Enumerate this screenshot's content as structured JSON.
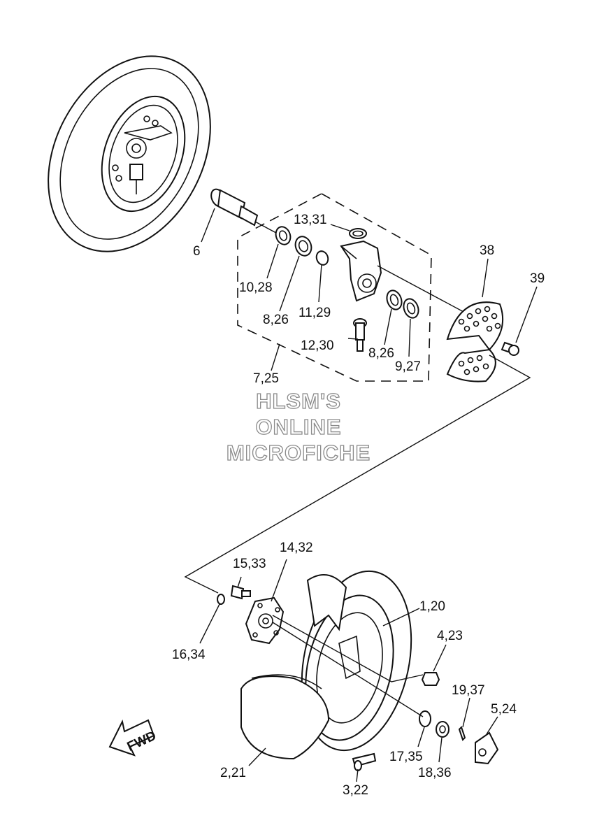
{
  "watermark": {
    "line1": "HLSM'S",
    "line2": "ONLINE",
    "line3": "MICROFICHE"
  },
  "fwd_label": "FWD",
  "labels": {
    "l_6": "6",
    "l_13_31": "13,31",
    "l_10_28": "10,28",
    "l_8_26_a": "8,26",
    "l_11_29": "11,29",
    "l_12_30": "12,30",
    "l_8_26_b": "8,26",
    "l_9_27": "9,27",
    "l_7_25": "7,25",
    "l_38": "38",
    "l_39": "39",
    "l_14_32": "14,32",
    "l_15_33": "15,33",
    "l_1_20": "1,20",
    "l_16_34": "16,34",
    "l_4_23": "4,23",
    "l_19_37": "19,37",
    "l_5_24": "5,24",
    "l_17_35": "17,35",
    "l_18_36": "18,36",
    "l_2_21": "2,21",
    "l_3_22": "3,22"
  }
}
